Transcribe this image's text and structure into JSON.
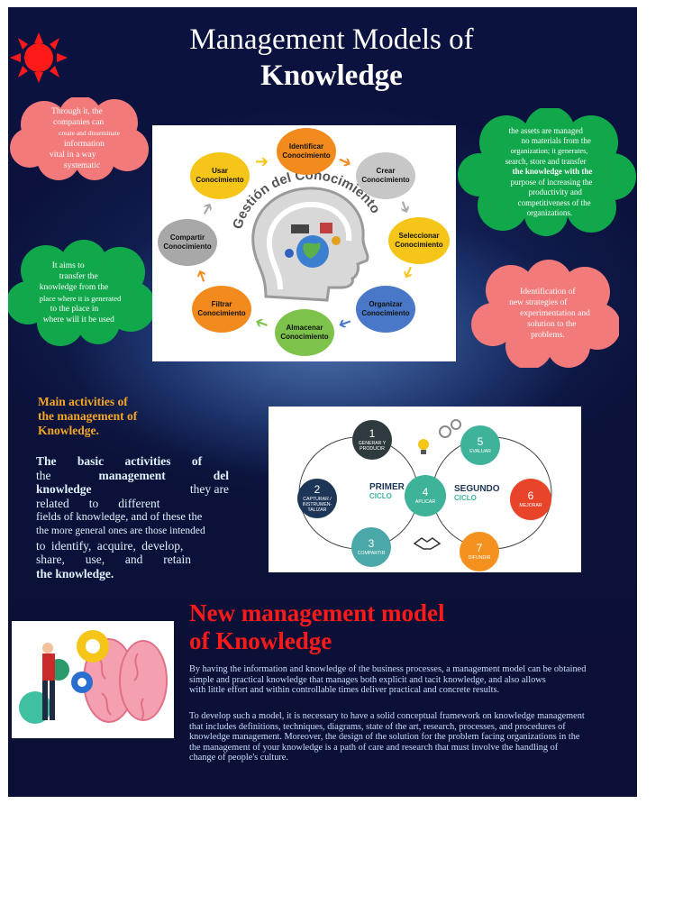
{
  "title": {
    "line1": "Management Models of",
    "line2": "Knowledge"
  },
  "clouds": {
    "top_left": {
      "lines": [
        "Through it, the",
        "companies can",
        "create and disseminate",
        "information",
        "vital in a way",
        "systematic"
      ]
    },
    "bottom_left": {
      "lines": [
        "It aims to",
        "transfer the",
        "knowledge from the",
        "place where it is generated",
        "to the place in",
        "where will it be used"
      ]
    },
    "top_right": {
      "lines": [
        "the assets are managed",
        "no materials from the",
        "organization; it generates,",
        "search, store and transfer",
        "the knowledge with the",
        "purpose of increasing the",
        "productivity and",
        "competitiveness of the",
        "organizations."
      ]
    },
    "bottom_right": {
      "lines": [
        "Identification of",
        "new strategies of",
        "experimentation and",
        "solution to the",
        "problems."
      ]
    }
  },
  "cycle_image": {
    "center_label": "Gestión del Conocimiento",
    "nodes": [
      {
        "label": "Identificar Conocimiento",
        "color": "#f28a1e"
      },
      {
        "label": "Crear Conocimiento",
        "color": "#c7c7c7"
      },
      {
        "label": "Seleccionar Conocimiento",
        "color": "#f5c518"
      },
      {
        "label": "Organizar Conocimiento",
        "color": "#4a78c8"
      },
      {
        "label": "Almacenar Conocimiento",
        "color": "#7cc24b"
      },
      {
        "label": "Filtrar Conocimiento",
        "color": "#f28a1e"
      },
      {
        "label": "Compartir Conocimiento",
        "color": "#a8a8a8"
      },
      {
        "label": "Usar Conocimiento",
        "color": "#f5c518"
      }
    ]
  },
  "activities": {
    "heading_lines": [
      "Main activities of",
      "the management of",
      "Knowledge."
    ],
    "body": {
      "l1": "The basic activities of",
      "l2a": "the",
      "l2b": "management",
      "l2c": "del",
      "l3a": "knowledge",
      "l3b": "they are",
      "l4a": "related",
      "l4b": "to",
      "l4c": "different",
      "l5": "fields of knowledge, and of these the",
      "l6": "the more general ones are those intended",
      "l7": "to identify, acquire, develop,",
      "l8a": "share,",
      "l8b": "use,",
      "l8c": "and",
      "l8d": "retain",
      "l9": "the knowledge."
    }
  },
  "two_cycles": {
    "first": "PRIMER",
    "first_sub": "CICLO",
    "second": "SEGUNDO",
    "second_sub": "CICLO",
    "steps": [
      {
        "n": "1",
        "label": "GENERAR Y PRODUCIR",
        "color": "#2f3a3f"
      },
      {
        "n": "2",
        "label": "CAPTURAR / INSTRUMEN-TALIZAR",
        "color": "#1d3557"
      },
      {
        "n": "3",
        "label": "COMPARTIR",
        "color": "#4aa8a8"
      },
      {
        "n": "4",
        "label": "APLICAR",
        "color": "#3fb39a"
      },
      {
        "n": "5",
        "label": "EVALUAR",
        "color": "#3fb39a"
      },
      {
        "n": "6",
        "label": "MEJORAR",
        "color": "#e8442a"
      },
      {
        "n": "7",
        "label": "DIFUNDIR",
        "color": "#f5911e"
      }
    ]
  },
  "new_model": {
    "title_lines": [
      "New management model",
      "of Knowledge"
    ],
    "p1": [
      "By having the information and knowledge of the business processes, a management model can be obtained",
      "simple and practical knowledge that manages both explicit and tacit knowledge, and also allows",
      "with little effort and within controllable times deliver practical and concrete results."
    ],
    "p2": [
      "To develop such a model, it is necessary to have a solid conceptual framework on knowledge management",
      "that includes definitions, techniques, diagrams, state of the art, research, processes, and procedures of",
      "knowledge management. Moreover, the design of the solution for the problem facing organizations in the",
      "the management of your knowledge is a path of care and research that must involve the handling of",
      "change of people's culture."
    ]
  },
  "colors": {
    "pink_cloud": "#f27a7a",
    "green_cloud": "#11a84c",
    "sun": "#ff1a1a",
    "orange_heading": "#f5a623",
    "red_title": "#ff1a1a"
  }
}
